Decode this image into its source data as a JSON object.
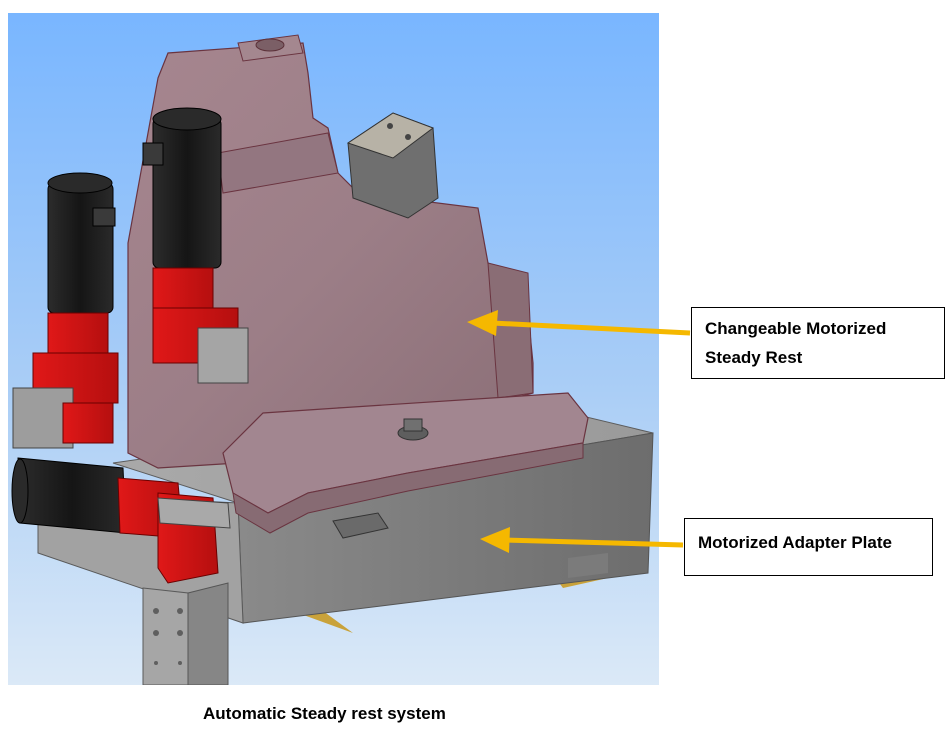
{
  "callouts": {
    "steady_rest": {
      "line1": "Changeable Motorized",
      "line2": "Steady Rest"
    },
    "adapter_plate": {
      "text": "Motorized Adapter Plate"
    }
  },
  "caption": "Automatic Steady rest system",
  "colors": {
    "sky_top": "#79b6ff",
    "sky_bottom": "#dbe9f7",
    "housing": "#9c7e87",
    "housing_dark": "#7d6269",
    "plate": "#8d8d8d",
    "motor_black": "#1e1e1e",
    "gearbox_red": "#d41414",
    "arrow": "#f5b800"
  }
}
